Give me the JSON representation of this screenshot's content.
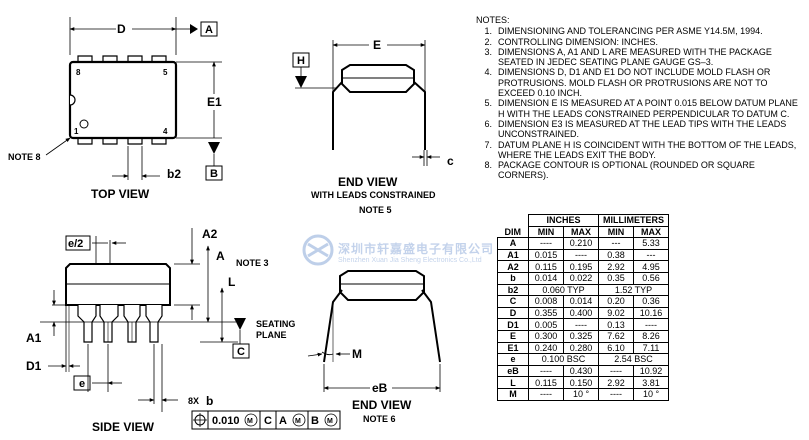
{
  "top_view": {
    "dim_d": "D",
    "datum_a": "A",
    "dim_e1": "E1",
    "pin8": "8",
    "pin5": "5",
    "pin1": "1",
    "pin4": "4",
    "note8": "NOTE 8",
    "dim_b2": "b2",
    "datum_b": "B",
    "title": "TOP VIEW"
  },
  "end_view_top": {
    "dim_e": "E",
    "datum_h": "H",
    "dim_c": "c",
    "title": "END VIEW",
    "subtitle": "WITH LEADS CONSTRAINED",
    "note": "NOTE 5"
  },
  "side_view": {
    "dim_e2": "e/2",
    "dim_a2": "A2",
    "dim_a": "A",
    "note3": "NOTE 3",
    "dim_l": "L",
    "seating": "SEATING",
    "plane": "PLANE",
    "datum_c": "C",
    "dim_a1": "A1",
    "dim_d1": "D1",
    "dim_e": "e",
    "title": "SIDE VIEW",
    "bcount": "8X",
    "b": "b",
    "tolerance": "0.010",
    "m": "M",
    "ref_c": "C",
    "ref_a": "A",
    "ref_b": "B"
  },
  "end_view_bottom": {
    "dim_m": "M",
    "dim_eb": "eB",
    "title": "END VIEW",
    "note": "NOTE 6"
  },
  "watermark": {
    "cn": "深圳市轩嘉盛电子有限公司",
    "en": "Shenzhen Xuan Jia Sheng Electronics Co.,Ltd"
  },
  "notes": {
    "header": "NOTES:",
    "items": [
      {
        "n": "1.",
        "t": "DIMENSIONING AND TOLERANCING PER ASME Y14.5M, 1994."
      },
      {
        "n": "2.",
        "t": "CONTROLLING DIMENSION: INCHES."
      },
      {
        "n": "3.",
        "t": "DIMENSIONS A, A1 AND L ARE MEASURED WITH THE PACKAGE SEATED IN JEDEC SEATING PLANE GAUGE GS–3."
      },
      {
        "n": "4.",
        "t": "DIMENSIONS D, D1 AND E1 DO NOT INCLUDE MOLD FLASH OR PROTRUSIONS. MOLD FLASH OR PROTRUSIONS ARE NOT TO EXCEED 0.10 INCH."
      },
      {
        "n": "5.",
        "t": "DIMENSION E IS MEASURED AT A POINT 0.015 BELOW DATUM PLANE H WITH THE LEADS CONSTRAINED PERPENDICULAR TO DATUM C."
      },
      {
        "n": "6.",
        "t": "DIMENSION E3 IS MEASURED AT THE LEAD TIPS WITH THE LEADS UNCONSTRAINED."
      },
      {
        "n": "7.",
        "t": "DATUM PLANE H IS COINCIDENT WITH THE BOTTOM OF THE LEADS, WHERE THE LEADS EXIT THE BODY."
      },
      {
        "n": "8.",
        "t": "PACKAGE CONTOUR IS OPTIONAL (ROUNDED OR SQUARE CORNERS)."
      }
    ]
  },
  "table": {
    "group_inches": "INCHES",
    "group_mm": "MILLIMETERS",
    "col_dim": "DIM",
    "col_min": "MIN",
    "col_max": "MAX",
    "rows": [
      {
        "dim": "A",
        "in_min": "----",
        "in_max": "0.210",
        "mm_min": "---",
        "mm_max": "5.33",
        "span": false
      },
      {
        "dim": "A1",
        "in_min": "0.015",
        "in_max": "----",
        "mm_min": "0.38",
        "mm_max": "---",
        "span": false
      },
      {
        "dim": "A2",
        "in_min": "0.115",
        "in_max": "0.195",
        "mm_min": "2.92",
        "mm_max": "4.95",
        "span": false
      },
      {
        "dim": "b",
        "in_min": "0.014",
        "in_max": "0.022",
        "mm_min": "0.35",
        "mm_max": "0.56",
        "span": false
      },
      {
        "dim": "b2",
        "in_span": "0.060 TYP",
        "mm_span": "1.52 TYP",
        "span": true
      },
      {
        "dim": "C",
        "in_min": "0.008",
        "in_max": "0.014",
        "mm_min": "0.20",
        "mm_max": "0.36",
        "span": false
      },
      {
        "dim": "D",
        "in_min": "0.355",
        "in_max": "0.400",
        "mm_min": "9.02",
        "mm_max": "10.16",
        "span": false
      },
      {
        "dim": "D1",
        "in_min": "0.005",
        "in_max": "----",
        "mm_min": "0.13",
        "mm_max": "----",
        "span": false
      },
      {
        "dim": "E",
        "in_min": "0.300",
        "in_max": "0.325",
        "mm_min": "7.62",
        "mm_max": "8.26",
        "span": false
      },
      {
        "dim": "E1",
        "in_min": "0.240",
        "in_max": "0.280",
        "mm_min": "6.10",
        "mm_max": "7.11",
        "span": false
      },
      {
        "dim": "e",
        "in_span": "0.100 BSC",
        "mm_span": "2.54 BSC",
        "span": true
      },
      {
        "dim": "eB",
        "in_min": "----",
        "in_max": "0.430",
        "mm_min": "----",
        "mm_max": "10.92",
        "span": false
      },
      {
        "dim": "L",
        "in_min": "0.115",
        "in_max": "0.150",
        "mm_min": "2.92",
        "mm_max": "3.81",
        "span": false
      },
      {
        "dim": "M",
        "in_min": "----",
        "in_max": "10 °",
        "mm_min": "----",
        "mm_max": "10 °",
        "span": false
      }
    ]
  }
}
